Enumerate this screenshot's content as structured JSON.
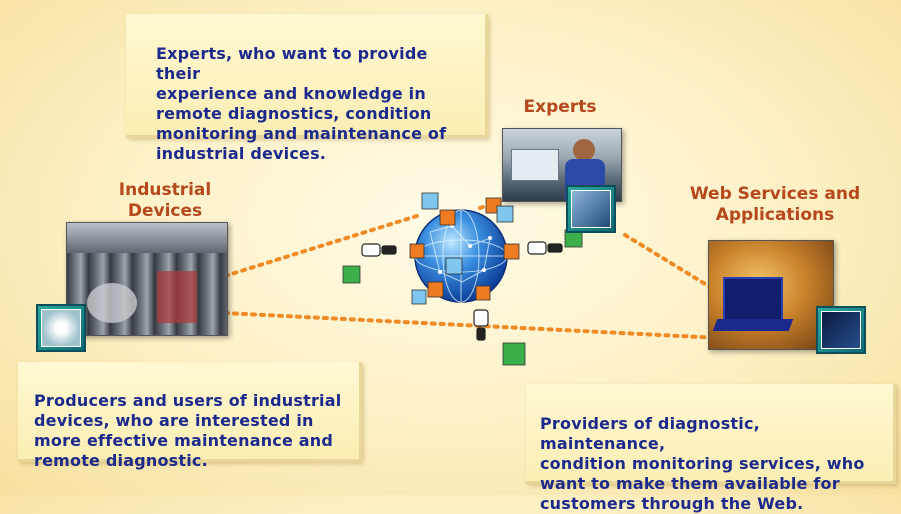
{
  "boxes": {
    "experts_desc": "Experts, who want to provide their\nexperience and knowledge in\nremote  diagnostics, condition\nmonitoring and maintenance of\nindustrial devices.",
    "producers_desc": "Producers and users of industrial\ndevices, who are interested in\nmore effective maintenance and\nremote diagnostic.",
    "providers_desc": "Providers of diagnostic, maintenance,\ncondition monitoring services, who\nwant to make them available for\ncustomers through the Web."
  },
  "labels": {
    "experts": "Experts",
    "industrial_devices": "Industrial\nDevices",
    "web_services": "Web Services and\nApplications"
  },
  "colors": {
    "box_text": "#1b2a8c",
    "label_text": "#b5481c",
    "dotted_line": "#f08a24",
    "globe": "#2f7fd6"
  }
}
